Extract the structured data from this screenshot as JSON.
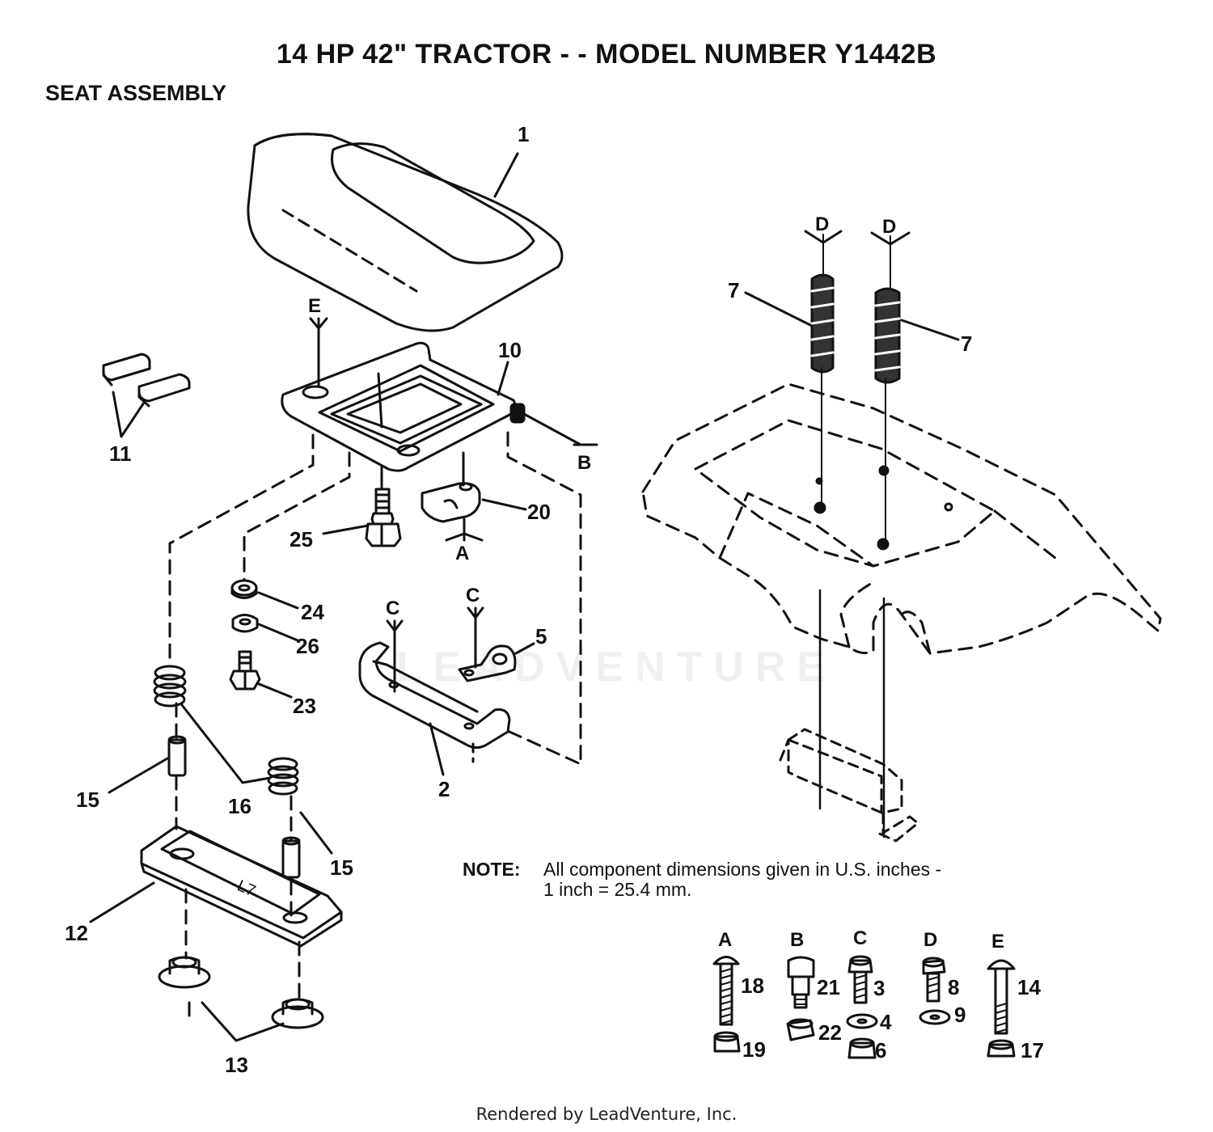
{
  "header": {
    "title": "14 HP 42\" TRACTOR - - MODEL NUMBER Y1442B",
    "subtitle": "SEAT ASSEMBLY"
  },
  "note": {
    "label": "NOTE:",
    "line1": "All component dimensions given in U.S. inches -",
    "line2": "1 inch = 25.4 mm."
  },
  "watermark": "LEADVENTURE",
  "footer": "Rendered by LeadVenture, Inc.",
  "refs": {
    "A": "A",
    "B": "B",
    "C": "C",
    "D": "D",
    "E": "E"
  },
  "callouts": {
    "n1": "1",
    "n2": "2",
    "n3": "3",
    "n4": "4",
    "n5": "5",
    "n6": "6",
    "n7": "7",
    "n8": "8",
    "n9": "9",
    "n10": "10",
    "n11": "11",
    "n12": "12",
    "n13": "13",
    "n14": "14",
    "n15": "15",
    "n16": "16",
    "n17": "17",
    "n18": "18",
    "n19": "19",
    "n20": "20",
    "n21": "21",
    "n22": "22",
    "n23": "23",
    "n24": "24",
    "n25": "25",
    "n26": "26"
  }
}
